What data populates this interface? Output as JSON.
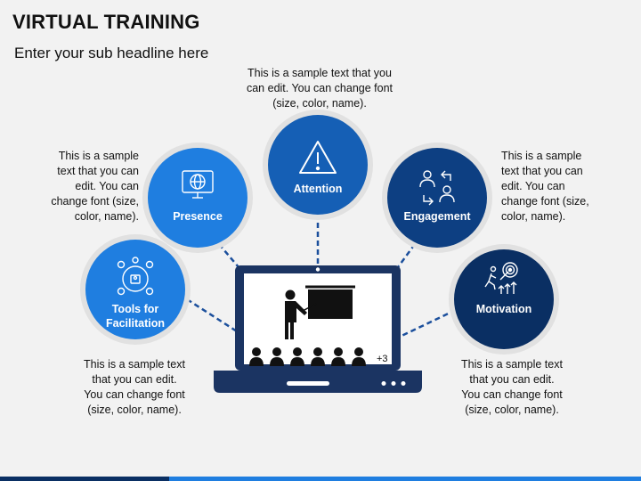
{
  "header": {
    "title": "VIRTUAL TRAINING",
    "subtitle": "Enter your sub headline here"
  },
  "colors": {
    "background": "#f2f2f2",
    "light_blue": "#1f7ee0",
    "mid_blue": "#155fb5",
    "dark_blue": "#0d3f82",
    "navy": "#0a2f63",
    "laptop": "#1b3462",
    "connector": "#1b4f9c"
  },
  "nodes": [
    {
      "label": "Tools for\nFacilitation",
      "icon": "people-network-icon",
      "text": "This is a sample text\nthat you can edit.\nYou can change font\n(size, color, name)."
    },
    {
      "label": "Presence",
      "icon": "monitor-globe-icon",
      "text": "This is a sample\ntext that you can\nedit. You can\nchange font (size,\ncolor, name)."
    },
    {
      "label": "Attention",
      "icon": "warning-icon",
      "text": "This is a sample text that you\ncan edit. You can change font\n(size, color, name)."
    },
    {
      "label": "Engagement",
      "icon": "exchange-users-icon",
      "text": "This is a sample\ntext that you can\nedit. You can\nchange font (size,\ncolor, name)."
    },
    {
      "label": "Motivation",
      "icon": "runner-target-icon",
      "text": "This is a sample text\nthat you can edit.\nYou can change font\n(size, color, name)."
    }
  ],
  "laptop": {
    "attendee_count": "+3",
    "icon": "presenter-icon"
  }
}
